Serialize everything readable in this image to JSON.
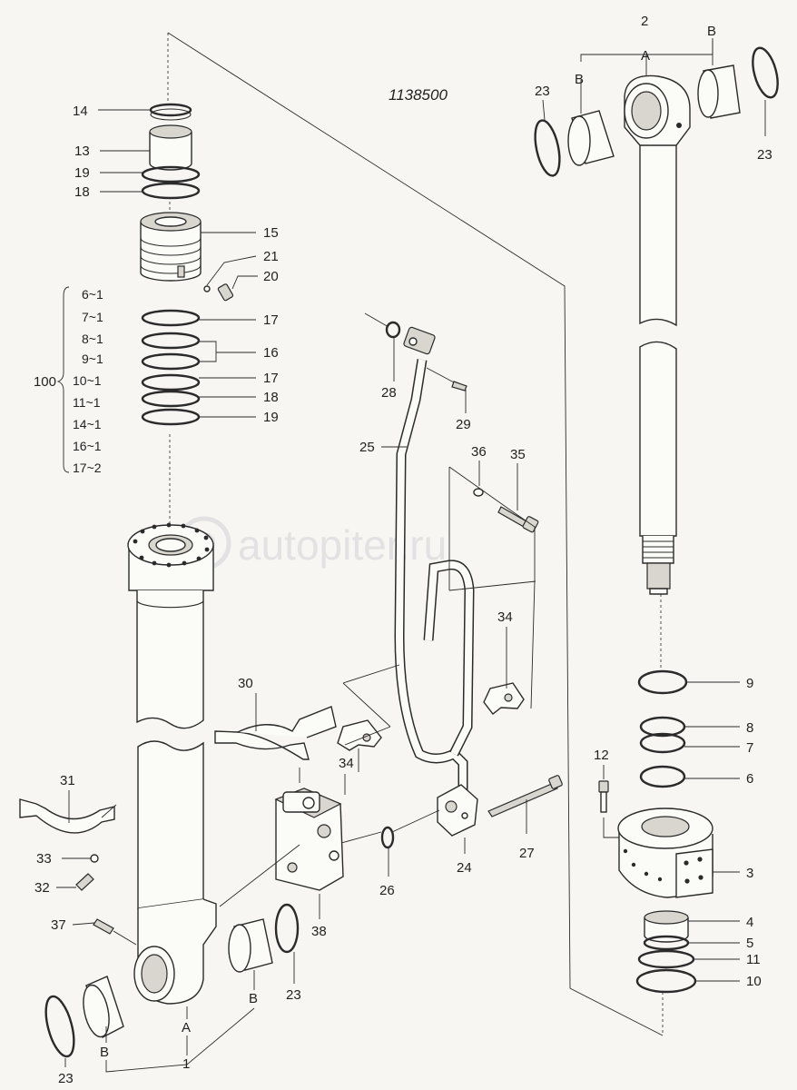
{
  "drawing_number": "1138500",
  "watermark": "autopiter.ru",
  "sub_letters": {
    "a": "A",
    "b": "B"
  },
  "kit_group": {
    "label": "100",
    "items": [
      "6~1",
      "7~1",
      "8~1",
      "9~1",
      "10~1",
      "11~1",
      "14~1",
      "16~1",
      "17~2"
    ]
  },
  "callouts": {
    "c1": "1",
    "c2": "2",
    "c3": "3",
    "c4": "4",
    "c5": "5",
    "c6": "6",
    "c7": "7",
    "c8": "8",
    "c9": "9",
    "c10": "10",
    "c11": "11",
    "c12": "12",
    "c13": "13",
    "c14": "14",
    "c15": "15",
    "c16": "16",
    "c17": "17",
    "c18": "18",
    "c19": "19",
    "c20": "20",
    "c21": "21",
    "c23": "23",
    "c24": "24",
    "c25": "25",
    "c26": "26",
    "c27": "27",
    "c28": "28",
    "c29": "29",
    "c30": "30",
    "c31": "31",
    "c32": "32",
    "c33": "33",
    "c34": "34",
    "c35": "35",
    "c36": "36",
    "c37": "37",
    "c38": "38"
  }
}
